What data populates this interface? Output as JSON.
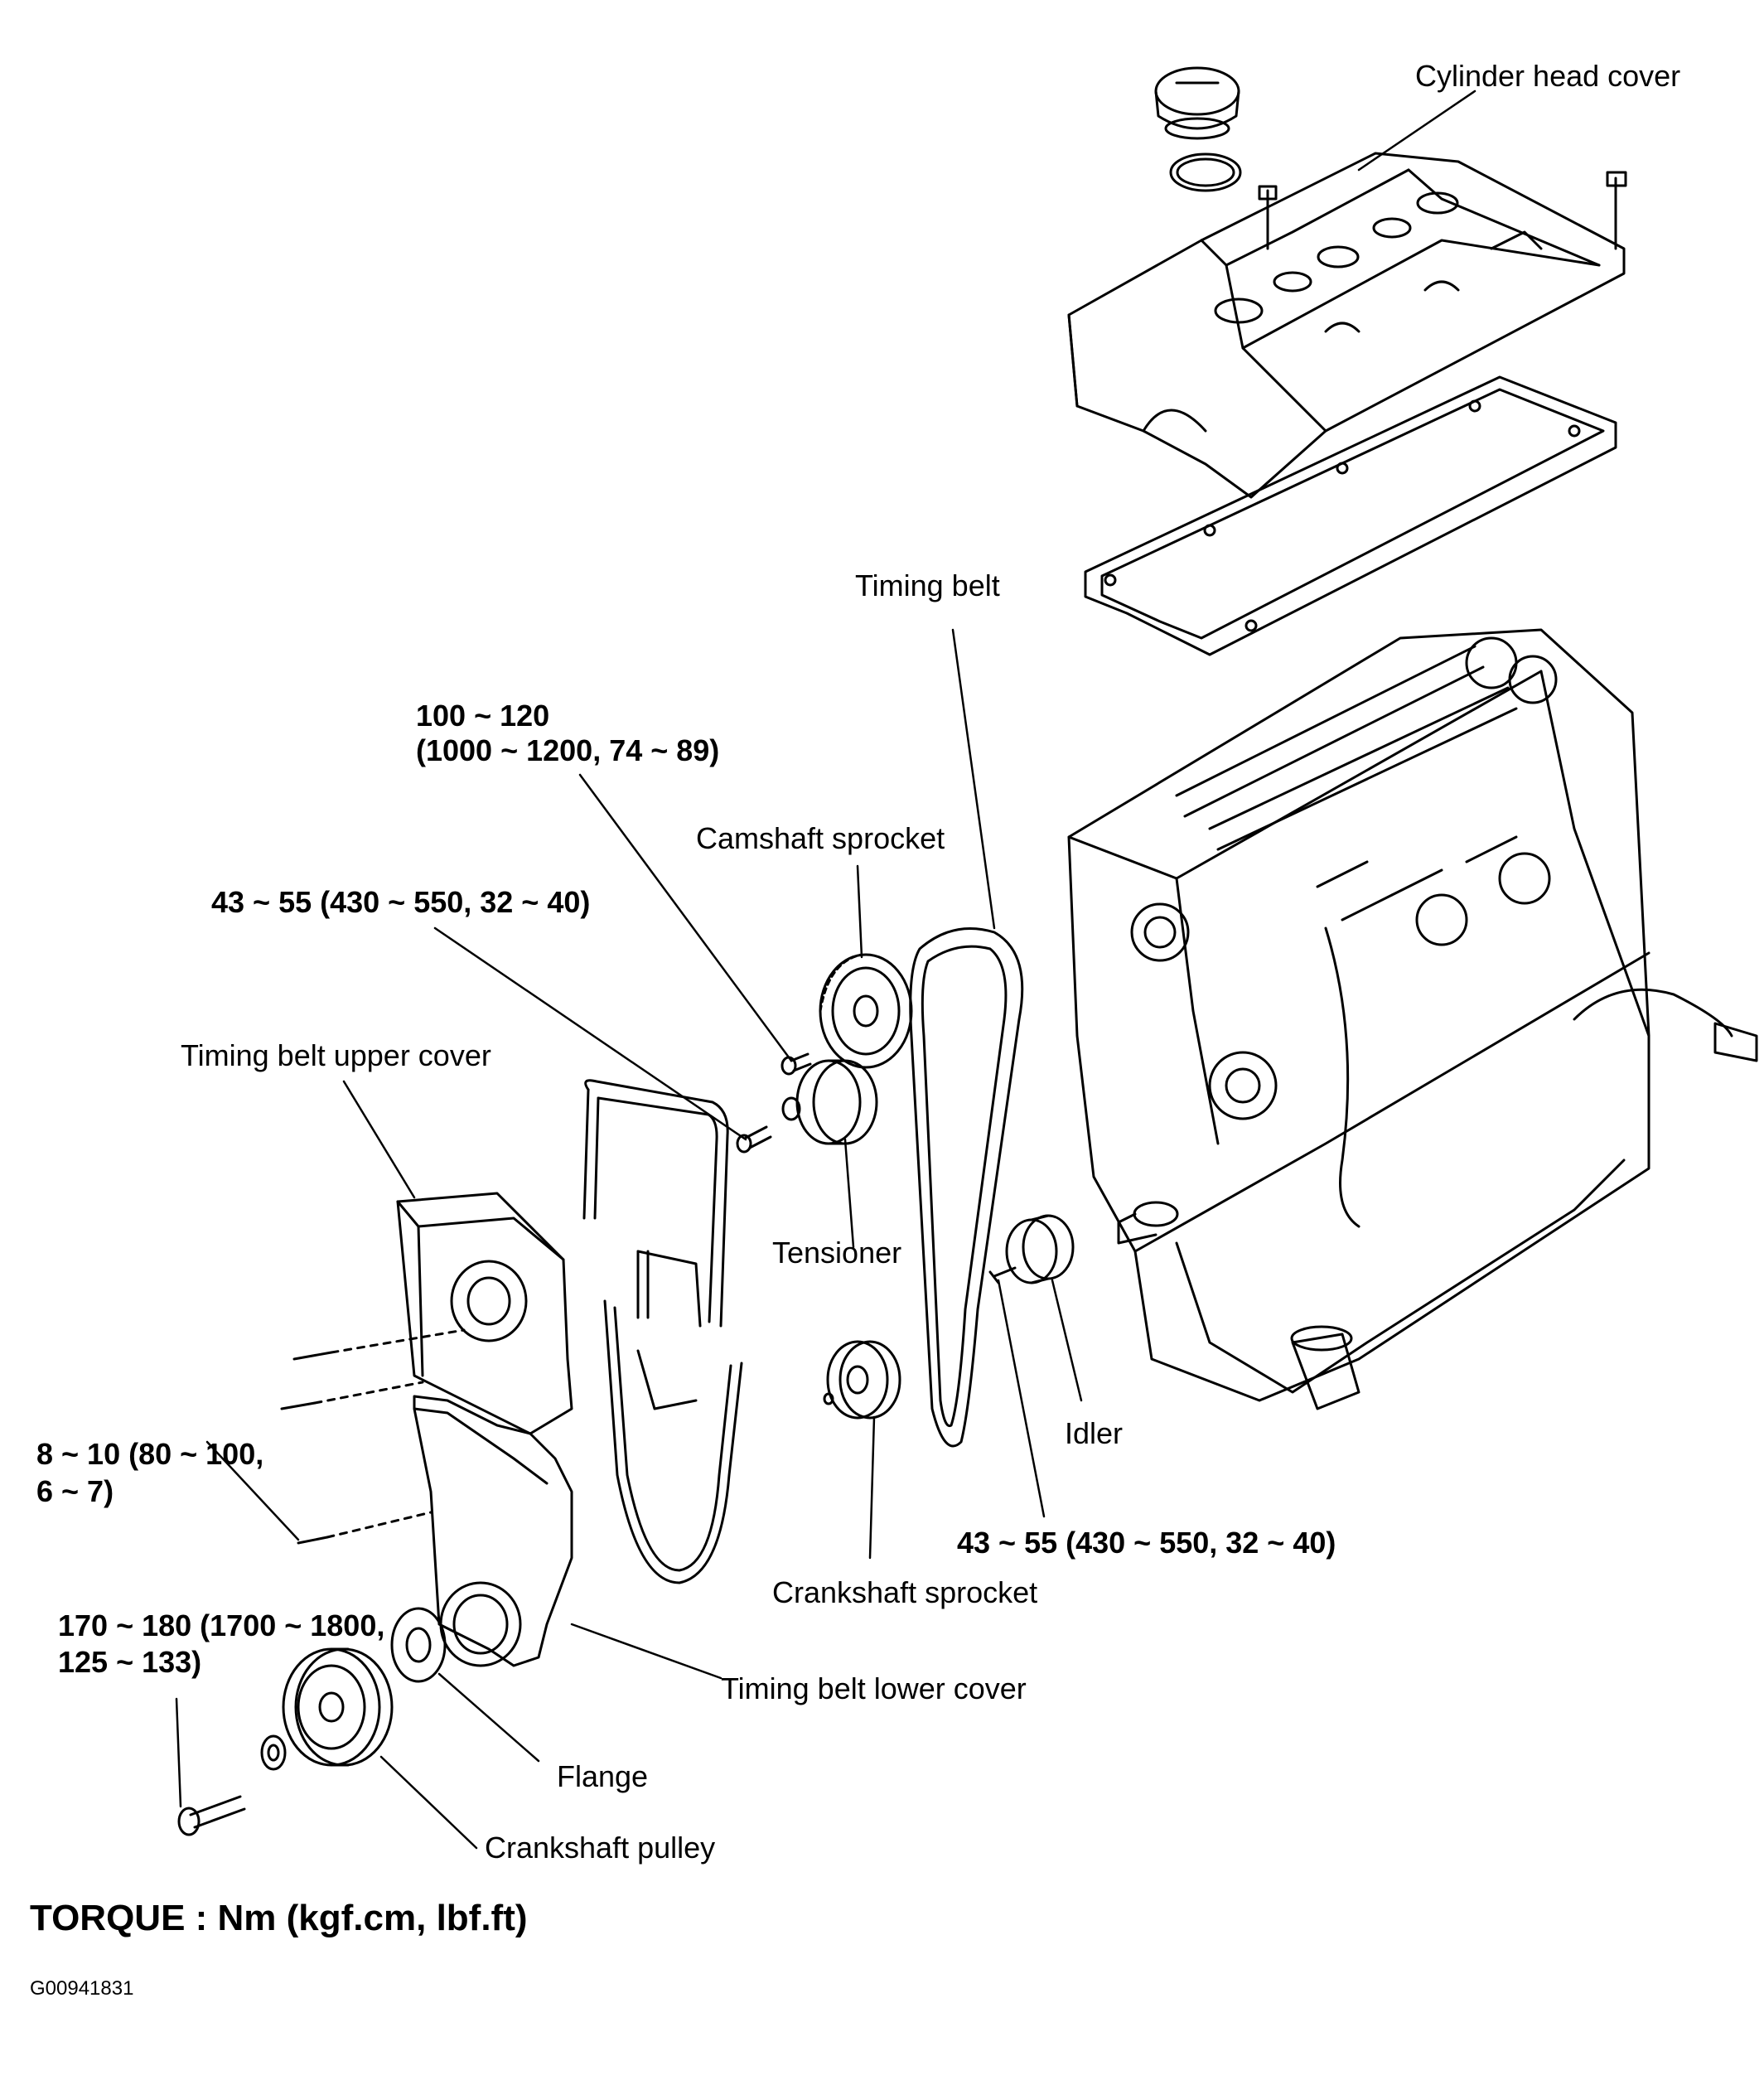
{
  "labels": {
    "cylinder_head_cover": "Cylinder head cover",
    "timing_belt": "Timing belt",
    "camshaft_sprocket": "Camshaft sprocket",
    "tensioner": "Tensioner",
    "timing_belt_upper_cover": "Timing belt upper cover",
    "idler": "Idler",
    "crankshaft_sprocket": "Crankshaft sprocket",
    "timing_belt_lower_cover": "Timing belt lower cover",
    "flange": "Flange",
    "crankshaft_pulley": "Crankshaft pulley"
  },
  "torque_specs": {
    "camshaft_bolt_line1": "100 ~ 120",
    "camshaft_bolt_line2": "(1000 ~ 1200, 74 ~ 89)",
    "tensioner_bolt": "43 ~ 55 (430 ~ 550, 32 ~ 40)",
    "cover_bolt_line1": "8 ~ 10 (80 ~ 100,",
    "cover_bolt_line2": "6 ~ 7)",
    "idler_bolt": "43 ~ 55 (430 ~ 550, 32 ~ 40)",
    "pulley_bolt_line1": "170 ~ 180 (1700 ~ 1800,",
    "pulley_bolt_line2": "125 ~ 133)"
  },
  "footer": {
    "torque_title": "TORQUE : Nm (kgf.cm, lbf.ft)",
    "figure_code": "G00941831"
  }
}
